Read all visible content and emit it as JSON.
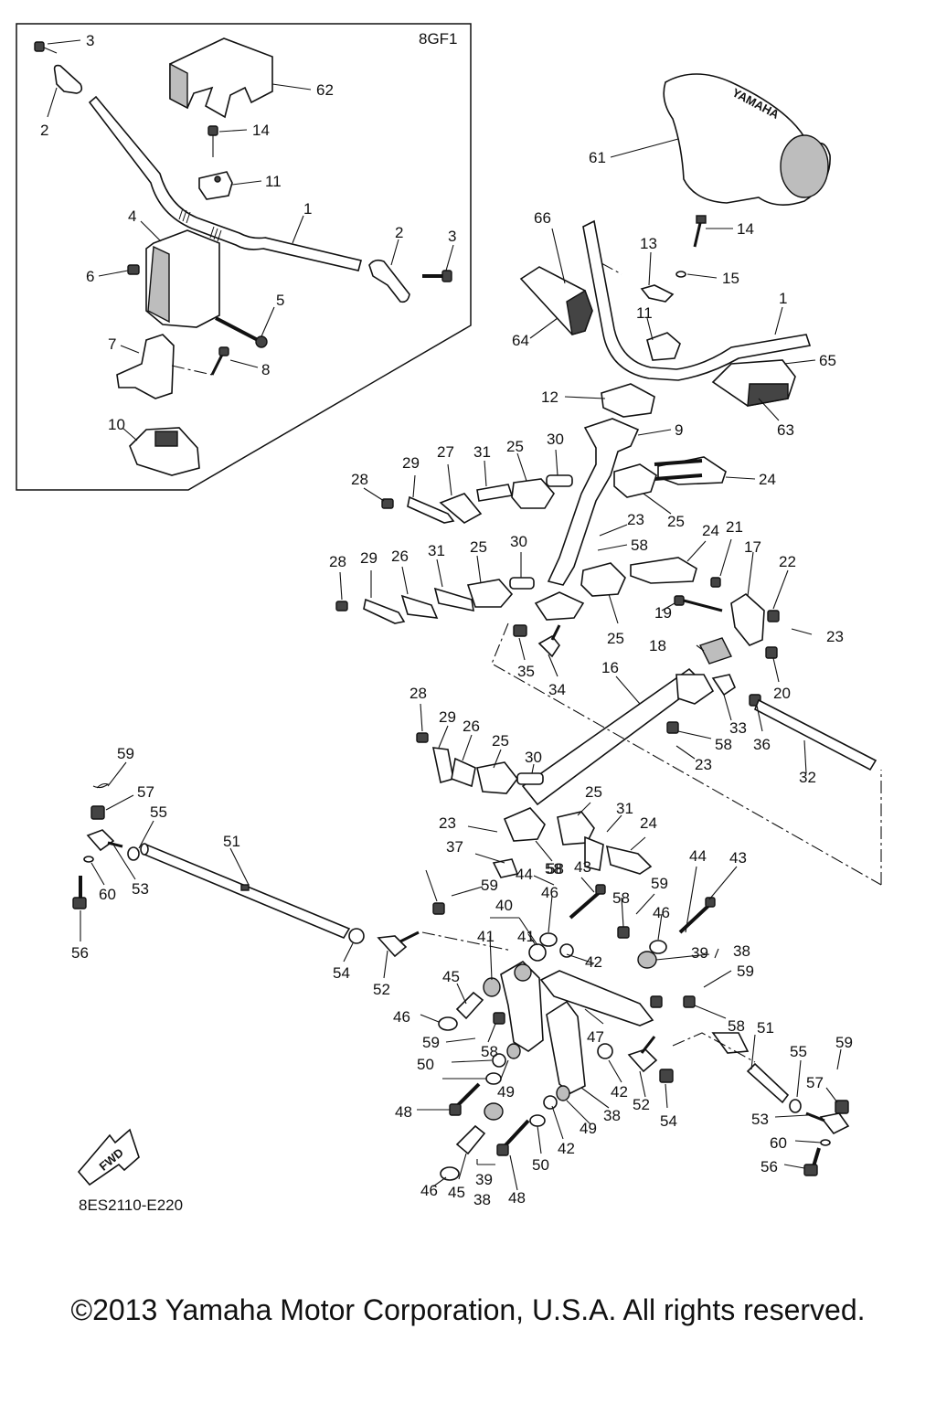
{
  "diagram": {
    "inset_label": "8GF1",
    "drawing_code": "8ES2110-E220",
    "fwd_label": "FWD",
    "brand_mark": "YAMAHA",
    "callouts": [
      "3",
      "2",
      "62",
      "14",
      "11",
      "1",
      "4",
      "6",
      "5",
      "2",
      "3",
      "7",
      "8",
      "10",
      "61",
      "14",
      "66",
      "13",
      "15",
      "1",
      "64",
      "11",
      "65",
      "12",
      "63",
      "9",
      "28",
      "29",
      "27",
      "31",
      "25",
      "30",
      "24",
      "25",
      "23",
      "58",
      "30",
      "25",
      "31",
      "26",
      "29",
      "28",
      "24",
      "21",
      "17",
      "22",
      "19",
      "23",
      "25",
      "35",
      "34",
      "18",
      "20",
      "16",
      "28",
      "29",
      "26",
      "25",
      "30",
      "33",
      "36",
      "58",
      "23",
      "32",
      "59",
      "57",
      "55",
      "51",
      "53",
      "60",
      "56",
      "23",
      "25",
      "31",
      "24",
      "37",
      "58",
      "58",
      "44",
      "43",
      "44",
      "43",
      "40",
      "41",
      "41",
      "59",
      "46",
      "58",
      "46",
      "59",
      "39",
      "38",
      "59",
      "54",
      "52",
      "42",
      "45",
      "46",
      "59",
      "58",
      "47",
      "58",
      "51",
      "42",
      "50",
      "49",
      "52",
      "54",
      "55",
      "59",
      "57",
      "53",
      "48",
      "38",
      "49",
      "42",
      "50",
      "60",
      "56",
      "46",
      "45",
      "39",
      "38",
      "48"
    ],
    "copyright": "©2013 Yamaha Motor Corporation, U.S.A. All rights reserved."
  }
}
